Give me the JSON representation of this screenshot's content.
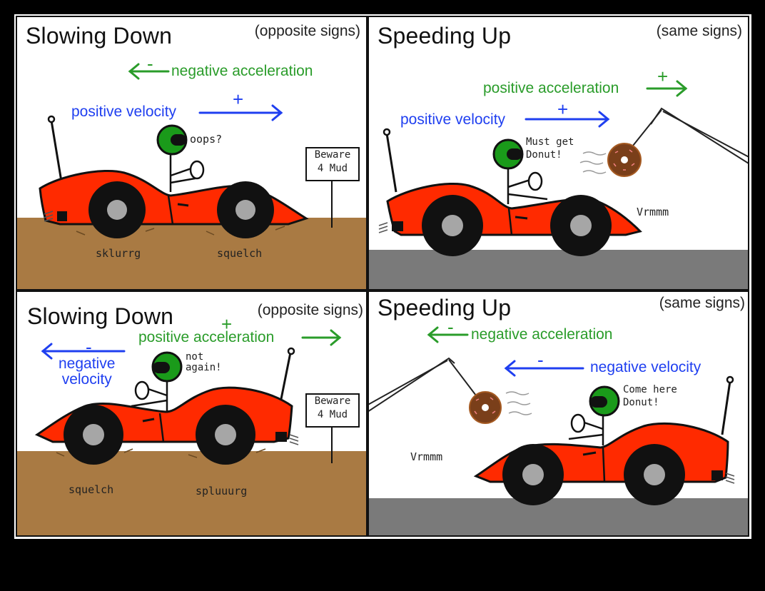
{
  "colors": {
    "acceleration": "#2a9c2a",
    "velocity": "#1f3ff0",
    "car_body": "#ff2a00",
    "helmet": "#1a9a1a",
    "mud": "#a97a43",
    "road": "#7a7a7a",
    "donut": "#7a3f1a",
    "background": "#000000"
  },
  "panels": [
    {
      "id": "top-left",
      "title": "Slowing Down",
      "note": "(opposite signs)",
      "acceleration": {
        "label": "negative acceleration",
        "sign": "-",
        "direction": "left"
      },
      "velocity": {
        "label": "positive velocity",
        "sign": "+",
        "direction": "right"
      },
      "speech": "oops?",
      "sign_text": [
        "Beware",
        "4 Mud"
      ],
      "sounds": [
        "sklurrg",
        "squelch"
      ],
      "ground": "mud",
      "car_facing": "right"
    },
    {
      "id": "top-right",
      "title": "Speeding Up",
      "note": "(same signs)",
      "acceleration": {
        "label": "positive acceleration",
        "sign": "+",
        "direction": "right"
      },
      "velocity": {
        "label": "positive velocity",
        "sign": "+",
        "direction": "right"
      },
      "speech": [
        "Must get",
        "Donut!"
      ],
      "sounds": [
        "Vrmmm"
      ],
      "ground": "road",
      "car_facing": "right"
    },
    {
      "id": "bottom-left",
      "title": "Slowing Down",
      "note": "(opposite signs)",
      "acceleration": {
        "label": "positive acceleration",
        "sign": "+",
        "direction": "right"
      },
      "velocity": {
        "label": [
          "negative",
          "velocity"
        ],
        "sign": "-",
        "direction": "left"
      },
      "speech": [
        "not",
        "again!"
      ],
      "sign_text": [
        "Beware",
        "4 Mud"
      ],
      "sounds": [
        "squelch",
        "spluuurg"
      ],
      "ground": "mud",
      "car_facing": "left"
    },
    {
      "id": "bottom-right",
      "title": "Speeding Up",
      "note": "(same signs)",
      "acceleration": {
        "label": "negative acceleration",
        "sign": "-",
        "direction": "left"
      },
      "velocity": {
        "label": "negative velocity",
        "sign": "-",
        "direction": "left"
      },
      "speech": [
        "Come here",
        "Donut!"
      ],
      "sounds": [
        "Vrmmm"
      ],
      "ground": "road",
      "car_facing": "left"
    }
  ]
}
